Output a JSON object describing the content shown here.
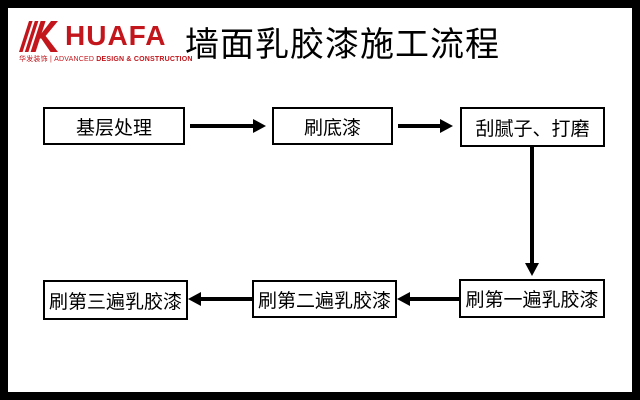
{
  "colors": {
    "brand_red": "#c3161c",
    "frame": "#000000",
    "background": "#ffffff",
    "line": "#000000"
  },
  "logo": {
    "brand": "HUAFA",
    "icon": "huafa-k-logo-icon",
    "tagline_left": "华发装饰 | ADVANCED ",
    "tagline_bold": "DESIGN & CONSTRUCTION"
  },
  "header": {
    "title": "墙面乳胶漆施工流程"
  },
  "flowchart": {
    "nodes": [
      {
        "id": "step-1",
        "label": "基层处理"
      },
      {
        "id": "step-2",
        "label": "刷底漆"
      },
      {
        "id": "step-3",
        "label": "刮腻子、打磨"
      },
      {
        "id": "step-4",
        "label": "刷第一遍乳胶漆"
      },
      {
        "id": "step-5",
        "label": "刷第二遍乳胶漆"
      },
      {
        "id": "step-6",
        "label": "刷第三遍乳胶漆"
      }
    ],
    "edges": [
      {
        "from": "基层处理",
        "to": "刷底漆",
        "direction": "right"
      },
      {
        "from": "刷底漆",
        "to": "刮腻子、打磨",
        "direction": "right"
      },
      {
        "from": "刮腻子、打磨",
        "to": "刷第一遍乳胶漆",
        "direction": "down"
      },
      {
        "from": "刷第一遍乳胶漆",
        "to": "刷第二遍乳胶漆",
        "direction": "left"
      },
      {
        "from": "刷第二遍乳胶漆",
        "to": "刷第三遍乳胶漆",
        "direction": "left"
      }
    ]
  }
}
